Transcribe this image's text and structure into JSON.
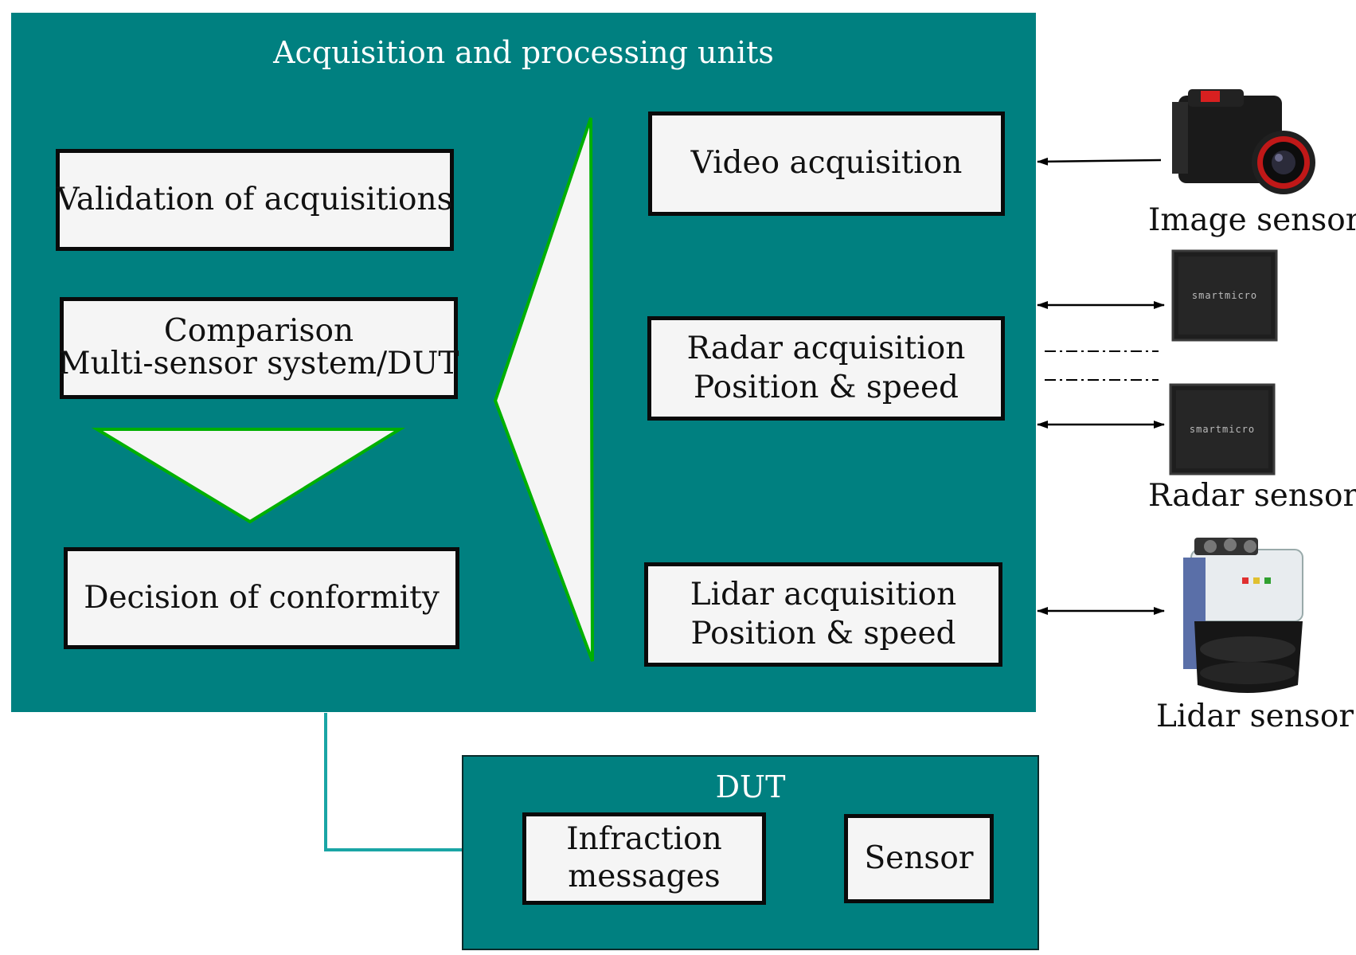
{
  "main_panel": {
    "title": "Acquisition and processing units",
    "background": "#008080",
    "left_boxes": {
      "validation": "Validation of acquisitions",
      "comparison_line1": "Comparison",
      "comparison_line2": "Multi-sensor system/DUT",
      "decision": "Decision of conformity"
    },
    "right_boxes": {
      "video": "Video acquisition",
      "radar_line1": "Radar acquisition",
      "radar_line2": "Position & speed",
      "lidar_line1": "Lidar acquisition",
      "lidar_line2": "Position & speed"
    }
  },
  "dut_panel": {
    "title": "DUT",
    "infraction_line1": "Infraction",
    "infraction_line2": "messages",
    "sensor": "Sensor"
  },
  "sensors": {
    "image_label": "Image sensor",
    "radar_label": "Radar sensors",
    "lidar_label": "Lidar sensor",
    "radar_brand": "smartmicro"
  },
  "colors": {
    "panel": "#008080",
    "arrow_outline": "#00b000",
    "connector": "#1aa5a5"
  }
}
